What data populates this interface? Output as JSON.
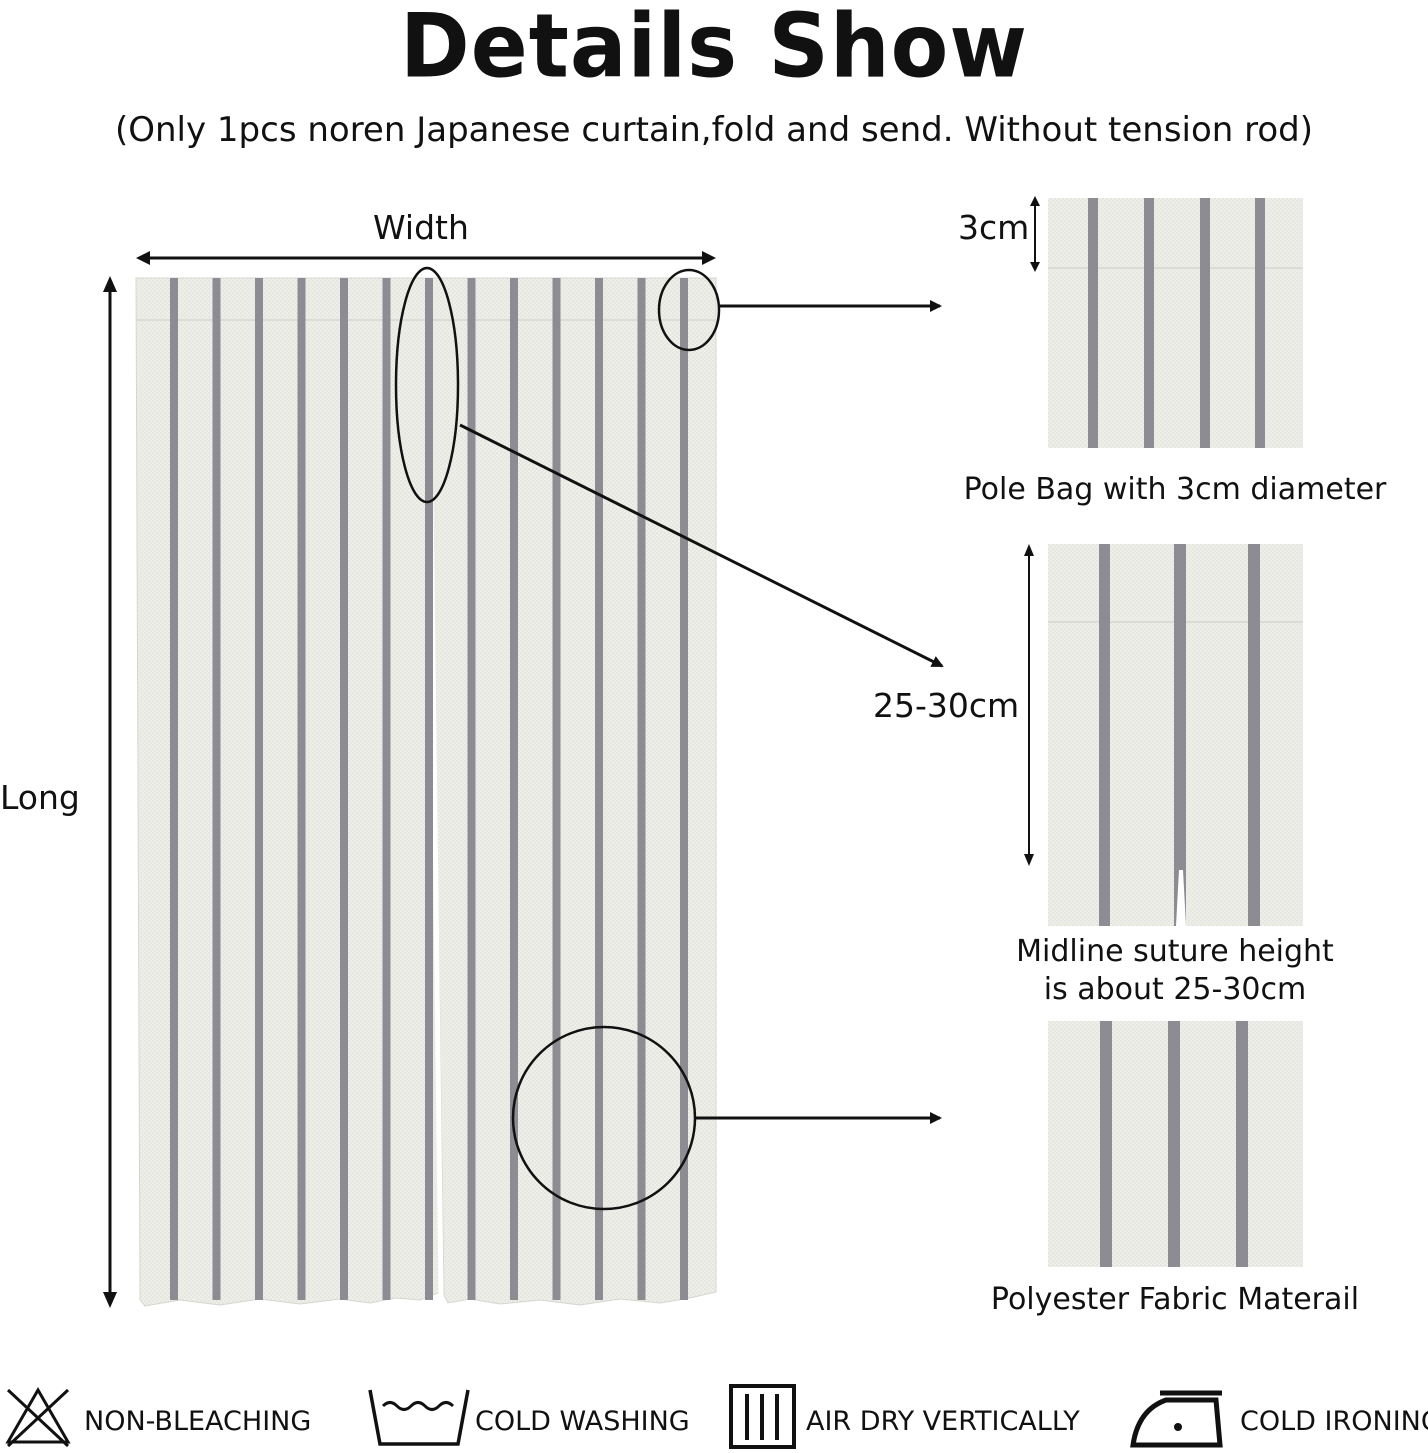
{
  "header": {
    "title": "Details Show",
    "subtitle": "(Only 1pcs noren Japanese curtain,fold and send. Without tension rod)"
  },
  "dimensions": {
    "width_label": "Width",
    "long_label": "Long"
  },
  "details": [
    {
      "label": "3cm",
      "caption": "Pole Bag with 3cm diameter"
    },
    {
      "label": "25-30cm",
      "caption_line1": "Midline suture height",
      "caption_line2": "is about 25-30cm"
    },
    {
      "caption": "Polyester Fabric Materail"
    }
  ],
  "care": [
    {
      "icon": "non-bleaching-icon",
      "label": "NON-BLEACHING"
    },
    {
      "icon": "cold-washing-icon",
      "label": "COLD WASHING"
    },
    {
      "icon": "air-dry-vertically-icon",
      "label": "AIR DRY VERTICALLY"
    },
    {
      "icon": "cold-ironing-icon",
      "label": "COLD IRONING"
    }
  ],
  "colors": {
    "fabric": "#eeeee9",
    "stripe": "#8c8c92",
    "ink": "#111111"
  }
}
